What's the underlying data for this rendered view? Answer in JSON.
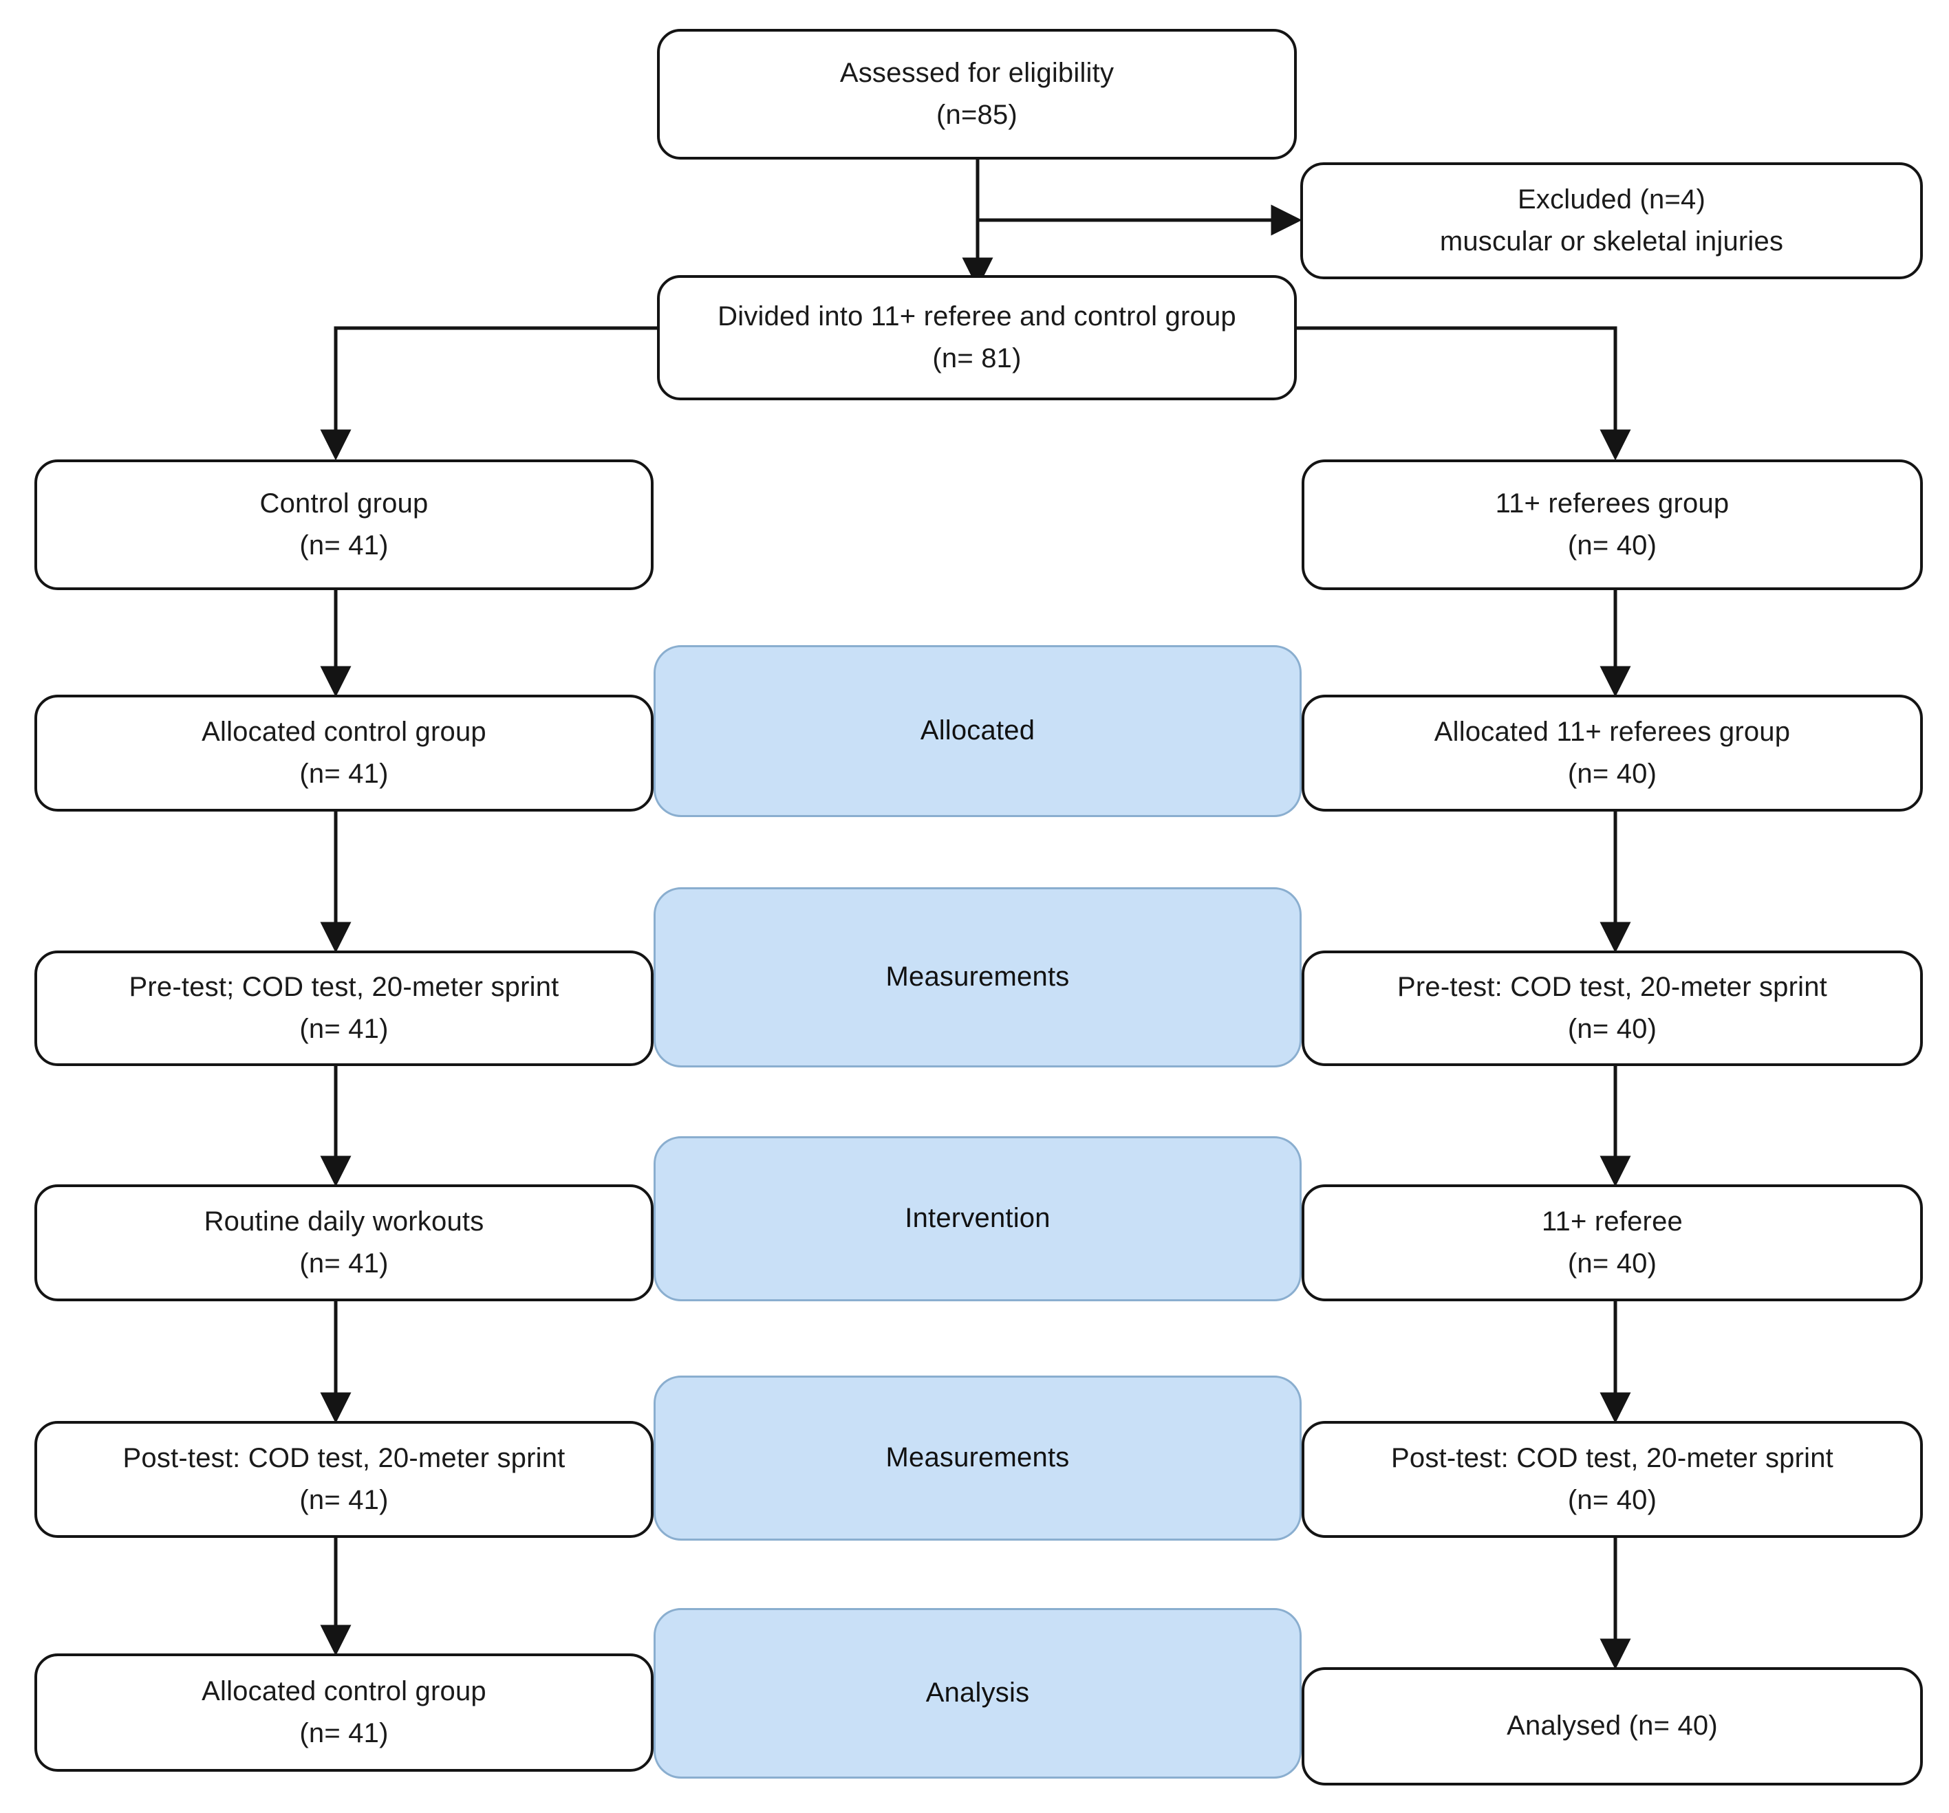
{
  "diagram": {
    "title": "CONSORT participant flow diagram",
    "colors": {
      "box_border": "#141414",
      "box_fill": "#ffffff",
      "stage_fill": "#c9e0f7",
      "stage_border": "#8aaecf",
      "connector": "#141414",
      "text": "#1a1a1a"
    }
  },
  "nodes": {
    "assessed": {
      "line1": "Assessed for eligibility",
      "line2": "(n=85)"
    },
    "excluded": {
      "line1": "Excluded (n=4)",
      "line2": "muscular or skeletal injuries"
    },
    "divided": {
      "line1": "Divided into 11+ referee and control group",
      "line2": "(n= 81)"
    },
    "control_group": {
      "line1": "Control group",
      "line2": "(n= 41)"
    },
    "referees_group": {
      "line1": "11+ referees group",
      "line2": "(n= 40)"
    },
    "allocated_control": {
      "line1": "Allocated control group",
      "line2": "(n= 41)"
    },
    "allocated_referees": {
      "line1": "Allocated 11+ referees group",
      "line2": "(n= 40)"
    },
    "pretest_control": {
      "line1": "Pre-test; COD test, 20-meter sprint",
      "line2": "(n= 41)"
    },
    "pretest_referees": {
      "line1": "Pre-test: COD test, 20-meter sprint",
      "line2": "(n= 40)"
    },
    "intervention_control": {
      "line1": "Routine daily workouts",
      "line2": "(n= 41)"
    },
    "intervention_referees": {
      "line1": "11+ referee",
      "line2": "(n= 40)"
    },
    "posttest_control": {
      "line1": "Post-test: COD test, 20-meter sprint",
      "line2": "(n= 41)"
    },
    "posttest_referees": {
      "line1": "Post-test: COD test, 20-meter sprint",
      "line2": "(n= 40)"
    },
    "analysis_control": {
      "line1": "Allocated control group",
      "line2": "(n= 41)"
    },
    "analysis_referees": {
      "line1": "Analysed (n= 40)",
      "line2": ""
    }
  },
  "stages": {
    "allocated": "Allocated",
    "measurements_pre": "Measurements",
    "intervention": "Intervention",
    "measurements_post": "Measurements",
    "analysis": "Analysis"
  }
}
